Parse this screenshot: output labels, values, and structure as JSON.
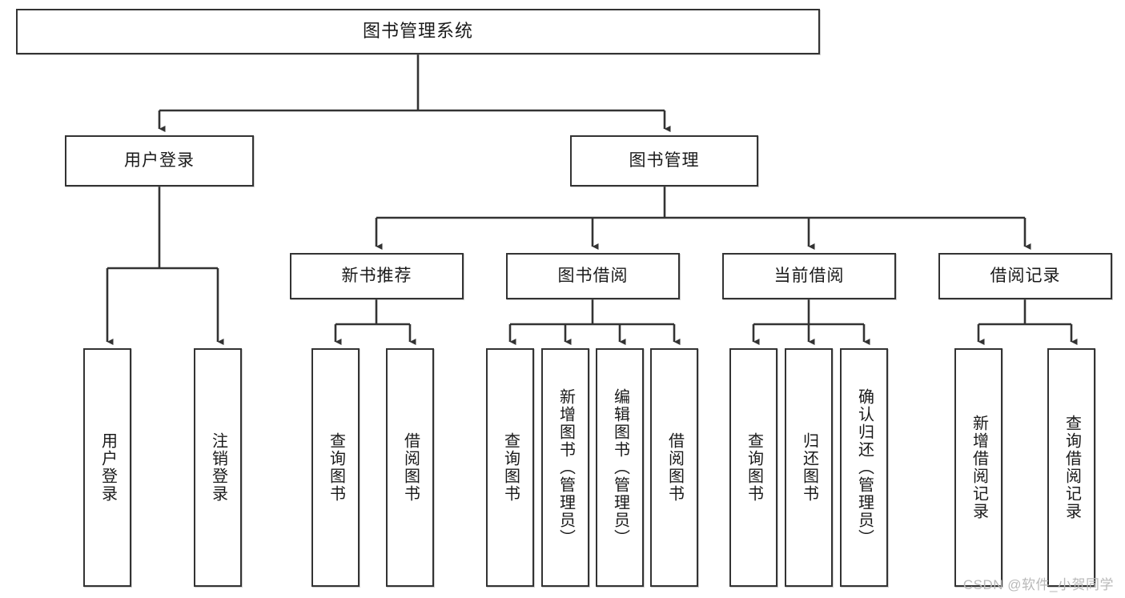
{
  "diagram": {
    "title": "图书管理系统",
    "watermark": "CSDN @软件_小贺同学",
    "level2": [
      {
        "id": "user-login",
        "label": "用户登录"
      },
      {
        "id": "book-manage",
        "label": "图书管理"
      }
    ],
    "level3": [
      {
        "id": "new-book",
        "label": "新书推荐"
      },
      {
        "id": "book-borrow",
        "label": "图书借阅"
      },
      {
        "id": "current-borrow",
        "label": "当前借阅"
      },
      {
        "id": "borrow-record",
        "label": "借阅记录"
      }
    ],
    "leaves": {
      "user_login": [
        {
          "label": "用户登录"
        },
        {
          "label": "注销登录"
        }
      ],
      "new_book": [
        {
          "label": "查询图书"
        },
        {
          "label": "借阅图书"
        }
      ],
      "book_borrow": [
        {
          "label": "查询图书"
        },
        {
          "label": "新增图书（管理员）"
        },
        {
          "label": "编辑图书（管理员）"
        },
        {
          "label": "借阅图书"
        }
      ],
      "current_borrow": [
        {
          "label": "查询图书"
        },
        {
          "label": "归还图书"
        },
        {
          "label": "确认归还（管理员）"
        }
      ],
      "borrow_record": [
        {
          "label": "新增借阅记录"
        },
        {
          "label": "查询借阅记录"
        }
      ]
    },
    "colors": {
      "stroke": "#333333",
      "fill": "#ffffff",
      "text": "#1a1a1a",
      "watermark": "#b9b9b9"
    }
  }
}
